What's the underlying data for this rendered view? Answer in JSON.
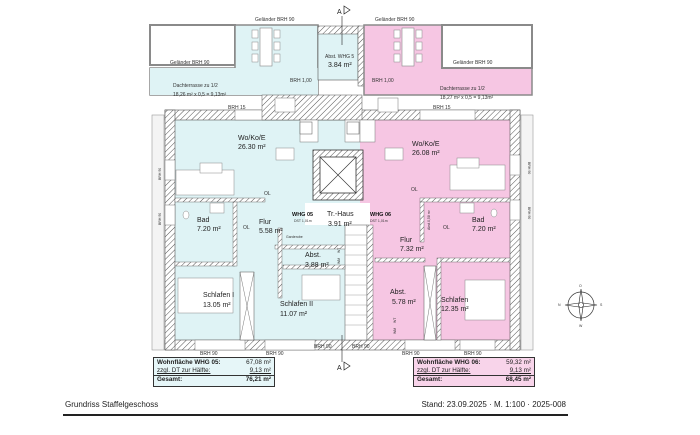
{
  "colors": {
    "whg05_fill": "#dff3f5",
    "whg06_fill": "#f6c6e3",
    "wall_hatch": "#555555",
    "terrace_outline": "#8a8a8a"
  },
  "section_marker": {
    "top": "A",
    "bottom": "A"
  },
  "terrace_left": {
    "railing_top": "Geländer BRH 90",
    "railing_inner": "Geländer BRH 90",
    "name": "Dachterrasse zu 1/2",
    "calc": "18,26 m² x 0,5 = 9,13m²",
    "brh_bottom": "BRH 15",
    "brh_window": "BRH 1,00"
  },
  "terrace_right": {
    "railing_top": "Geländer BRH 90",
    "railing_inner": "Geländer BRH 90",
    "name": "Dachterrasse zu 1/2",
    "calc": "18,27 m² x 0,5 = 9,13m²",
    "brh_bottom": "BRH 15",
    "brh_window": "BRH 1,00"
  },
  "rooms_whg05": [
    {
      "name": "Abst. WHG 5",
      "area": "3.84 m²"
    },
    {
      "name": "Wo/Ko/E",
      "area": "26.30 m²"
    },
    {
      "name": "Bad",
      "area": "7.20 m²"
    },
    {
      "name": "Flur",
      "area": "5.58 m²"
    },
    {
      "name": "Abst.",
      "area": "3.88 m²"
    },
    {
      "name": "Schlafen I",
      "area": "13.05 m²"
    },
    {
      "name": "Schlafen II",
      "area": "11.07 m²"
    }
  ],
  "rooms_whg06": [
    {
      "name": "Wo/Ko/E",
      "area": "26.08 m²"
    },
    {
      "name": "Bad",
      "area": "7.20 m²"
    },
    {
      "name": "Flur",
      "area": "7.32 m²"
    },
    {
      "name": "Abst.",
      "area": "5.78 m²"
    },
    {
      "name": "Schlafen",
      "area": "12.35 m²"
    }
  ],
  "stairwell": {
    "name": "Tr.-Haus",
    "area": "3.91 m²"
  },
  "entries": [
    {
      "unit": "WHG 05",
      "dst": "DST 1,01m"
    },
    {
      "unit": "WHG 06",
      "dst": "DST 1,01m"
    }
  ],
  "small_labels": {
    "ol": "OL",
    "garderobe": "Garderobe",
    "wt": "WT",
    "wm": "WM",
    "abst_vertical": "Abst.0,58 m²"
  },
  "brh_labels": {
    "side": "BRH 90",
    "bottom": "BRH 90"
  },
  "compass": {
    "n": "N",
    "o": "O",
    "s": "S",
    "w": "W"
  },
  "summary_whg05": {
    "wohnflaeche_label": "Wohnfläche WHG 05:",
    "wohnflaeche_value": "67,08 m²",
    "dt_label": "zzgl. DT zur Hälfte:",
    "dt_value": "9,13 m²",
    "gesamt_label": "Gesamt:",
    "gesamt_value": "76,21 m²"
  },
  "summary_whg06": {
    "wohnflaeche_label": "Wohnfläche WHG 06:",
    "wohnflaeche_value": "59,32 m²",
    "dt_label": "zzgl. DT zur Hälfte:",
    "dt_value": "9,13 m²",
    "gesamt_label": "Gesamt:",
    "gesamt_value": "68,45 m²"
  },
  "footer": {
    "title": "Grundriss Staffelgeschoss",
    "stand": "Stand: 23.09.2025 · M. 1:100 · 2025-008"
  }
}
